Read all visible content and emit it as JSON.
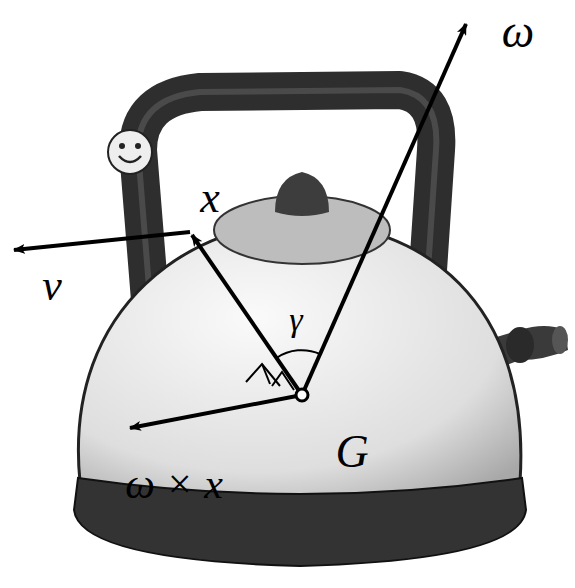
{
  "diagram": {
    "labels": [
      "ω",
      "x",
      "v",
      "γ",
      "G",
      "ω × x"
    ]
  }
}
